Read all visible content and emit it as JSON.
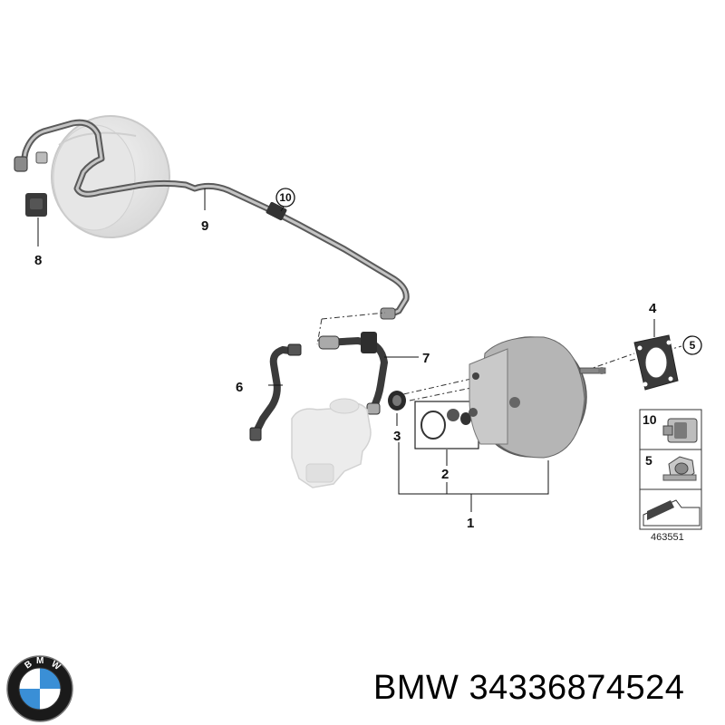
{
  "diagram": {
    "callouts": [
      "1",
      "2",
      "3",
      "4",
      "6",
      "7",
      "8",
      "9"
    ],
    "circled_callouts": [
      "10",
      "5"
    ],
    "legend": [
      {
        "number": "10",
        "icon": "hose-clip-icon"
      },
      {
        "number": "5",
        "icon": "hex-nut-icon"
      }
    ],
    "diagram_code": "463551"
  },
  "caption": {
    "brand": "BMW",
    "part_number": "34336874524"
  },
  "logo": {
    "letters": "BMW",
    "colors": {
      "blue": "#3a8fd6",
      "ring": "#1a1a1a",
      "white": "#ffffff"
    }
  }
}
